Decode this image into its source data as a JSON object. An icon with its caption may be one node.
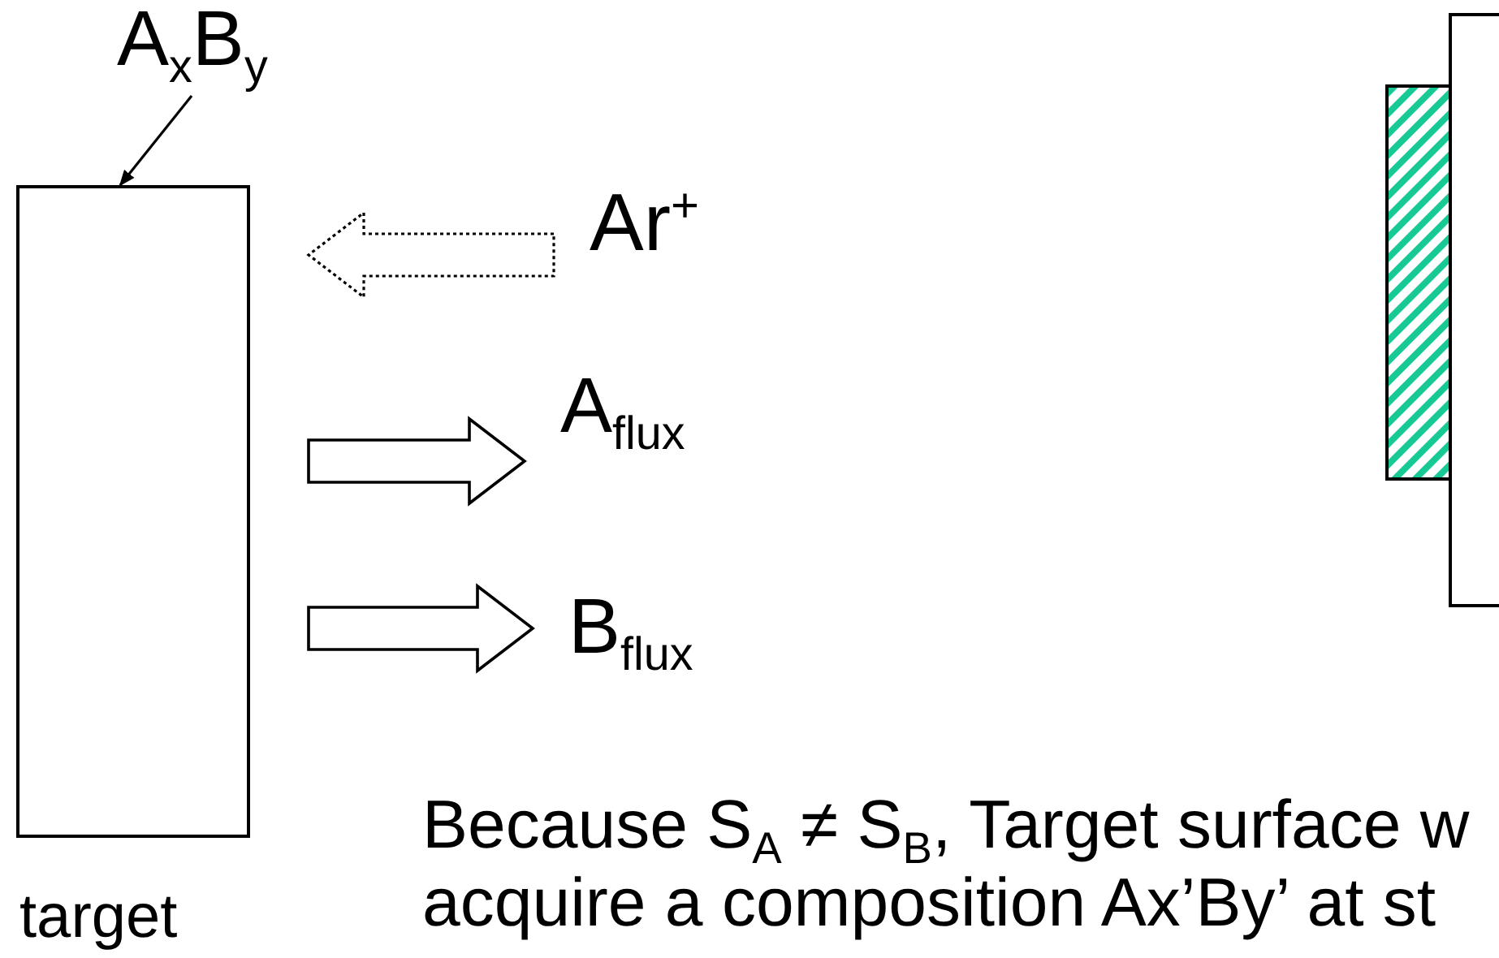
{
  "diagram": {
    "nodes": [
      {
        "text": [
          "A$_{x}$B$_{y}$"
        ]
      },
      {
        "text": [],
        "shape": "box",
        "beside": [
          "target"
        ]
      },
      {
        "text": [
          "Ar$^{+}$"
        ]
      },
      {
        "text": [
          "A$_{flux}$"
        ]
      },
      {
        "text": [
          "B$_{flux}$"
        ]
      },
      {
        "text": [],
        "shape": "box"
      },
      {
        "text": [],
        "shape": "box"
      }
    ],
    "edges": [
      {
        "from": 0,
        "to": 1,
        "arrow": "to"
      },
      {
        "from": 2,
        "to": 1,
        "arrow": "to",
        "style": "dashed"
      },
      {
        "from": 1,
        "to": 3,
        "arrow": "to",
        "style": "thick"
      },
      {
        "from": 1,
        "to": 4,
        "arrow": "to",
        "style": "thick"
      }
    ],
    "labels": [
      "Because S$_{A}$ ≠ S$_{B}$, Target surface w acquire a composition Ax’By’ at st"
    ]
  }
}
